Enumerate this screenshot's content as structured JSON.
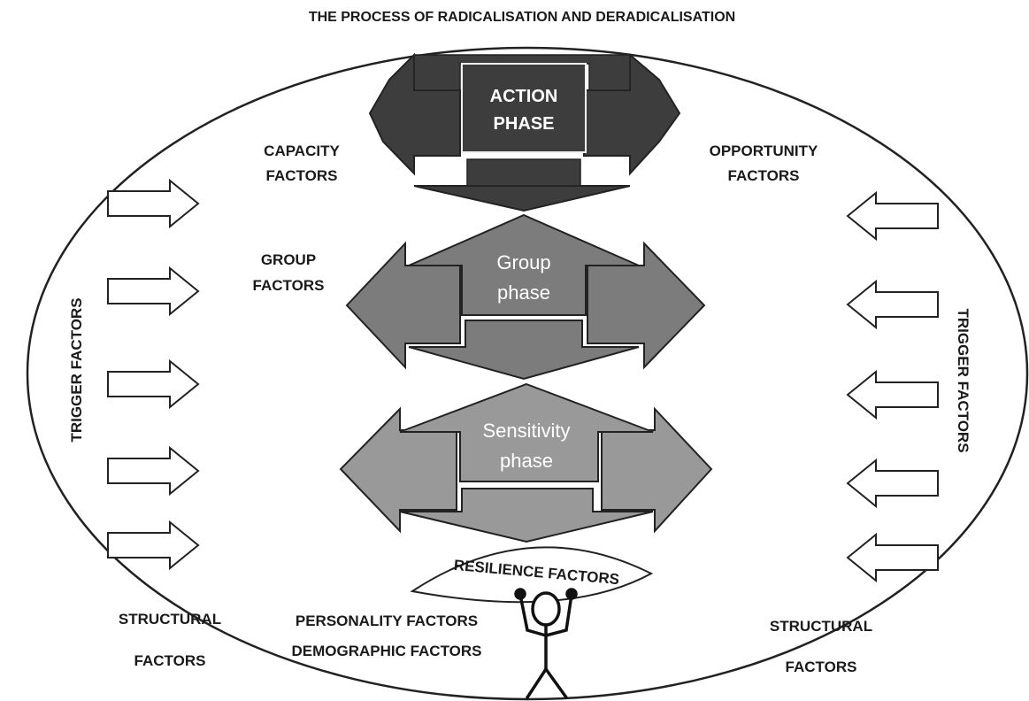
{
  "title": "THE PROCESS OF RADICALISATION AND DERADICALISATION",
  "phases": {
    "action": {
      "line1": "ACTION",
      "line2": "PHASE"
    },
    "group": {
      "line1": "Group",
      "line2": "phase"
    },
    "sensitivity": {
      "line1": "Sensitivity",
      "line2": "phase"
    }
  },
  "factors": {
    "capacity": {
      "line1": "CAPACITY",
      "line2": "FACTORS"
    },
    "opportunity": {
      "line1": "OPPORTUNITY",
      "line2": "FACTORS"
    },
    "group": {
      "line1": "GROUP",
      "line2": "FACTORS"
    },
    "trigger_left": "TRIGGER FACTORS",
    "trigger_right": "TRIGGER FACTORS",
    "resilience": "RESILIENCE FACTORS",
    "personality": "PERSONALITY FACTORS",
    "demographic": "DEMOGRAPHIC FACTORS",
    "structural_left": {
      "line1": "STRUCTURAL",
      "line2": "FACTORS"
    },
    "structural_right": {
      "line1": "STRUCTURAL",
      "line2": "FACTORS"
    }
  },
  "colors": {
    "action": "#3d3d3d",
    "group": "#7c7c7c",
    "sensitivity": "#999999",
    "outline": "#222222"
  },
  "icons": {
    "trigger_arrows_left": "right-arrow-outline",
    "trigger_arrows_right": "left-arrow-outline",
    "person": "stick-figure"
  }
}
